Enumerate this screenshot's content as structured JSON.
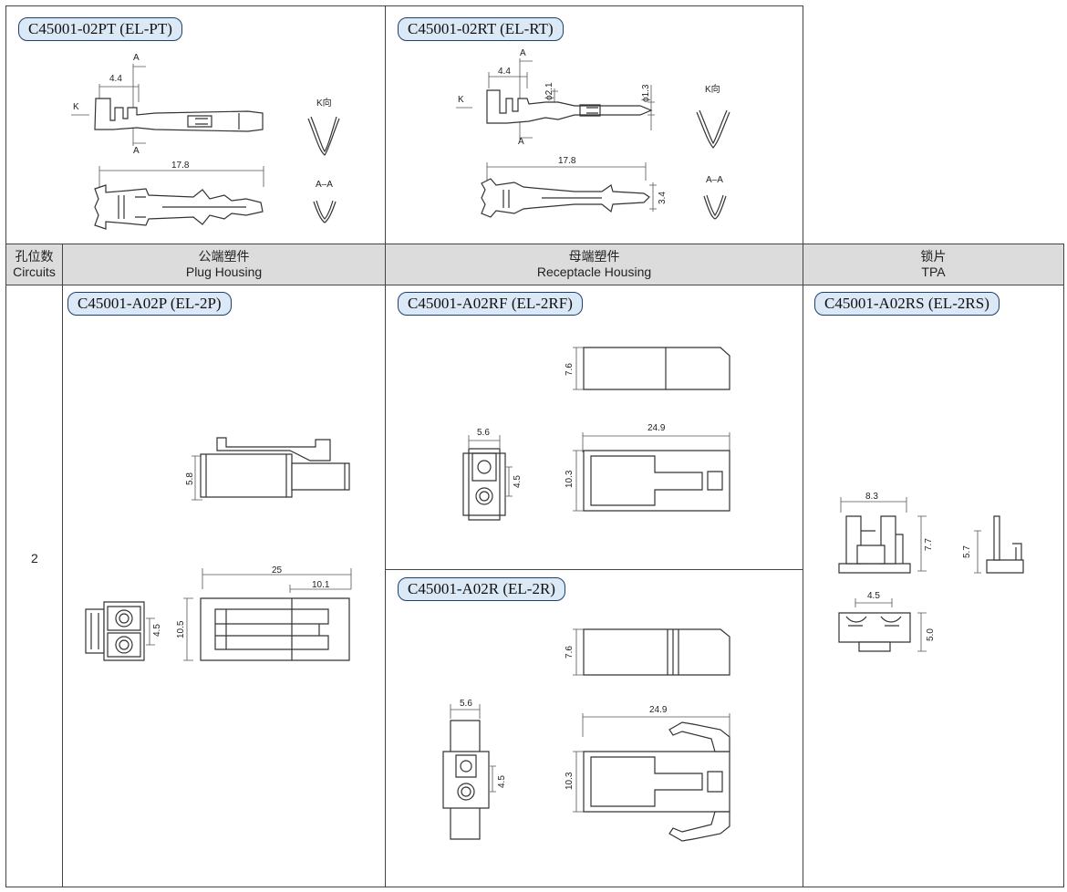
{
  "terminals": {
    "plug_terminal": {
      "part": "C45001-02PT (EL-PT)",
      "dims": {
        "top_width": "4.4",
        "length": "17.8"
      },
      "labels": {
        "a_top": "A",
        "a_bottom": "A",
        "k": "K",
        "k_view": "K向",
        "aa_view": "A–A"
      }
    },
    "receptacle_terminal": {
      "part": "C45001-02RT (EL-RT)",
      "dims": {
        "top_width": "4.4",
        "dia_1": "ϕ2.1",
        "dia_2": "ϕ1.3",
        "length": "17.8",
        "height": "3.4"
      },
      "labels": {
        "a_top": "A",
        "a_bottom": "A",
        "k": "K",
        "k_view": "K向",
        "aa_view": "A–A"
      }
    }
  },
  "table": {
    "headers": {
      "circuits": {
        "cn": "孔位数",
        "en": "Circuits"
      },
      "plug": {
        "cn": "公端塑件",
        "en": "Plug Housing"
      },
      "receptacle": {
        "cn": "母端塑件",
        "en": "Receptacle Housing"
      },
      "tpa": {
        "cn": "锁片",
        "en": "TPA"
      }
    },
    "row": {
      "circuits": "2",
      "plug": {
        "part": "C45001-A02P (EL-2P)",
        "dims": {
          "side_height": "5.8",
          "length": "25",
          "latch": "10.1",
          "front_pitch": "4.5",
          "body_height": "10.5"
        }
      },
      "receptacle_f": {
        "part": "C45001-A02RF (EL-2RF)",
        "dims": {
          "top_height": "7.6",
          "front_width": "5.6",
          "pitch": "4.5",
          "height": "10.3",
          "length": "24.9"
        }
      },
      "receptacle_r": {
        "part": "C45001-A02R (EL-2R)",
        "dims": {
          "top_height": "7.6",
          "front_width": "5.6",
          "pitch": "4.5",
          "height": "10.3",
          "length": "24.9"
        }
      },
      "tpa": {
        "part": "C45001-A02RS (EL-2RS)",
        "dims": {
          "width": "8.3",
          "height": "7.7",
          "side_height": "5.7",
          "pitch": "4.5",
          "bottom_height": "5.0"
        }
      }
    }
  }
}
